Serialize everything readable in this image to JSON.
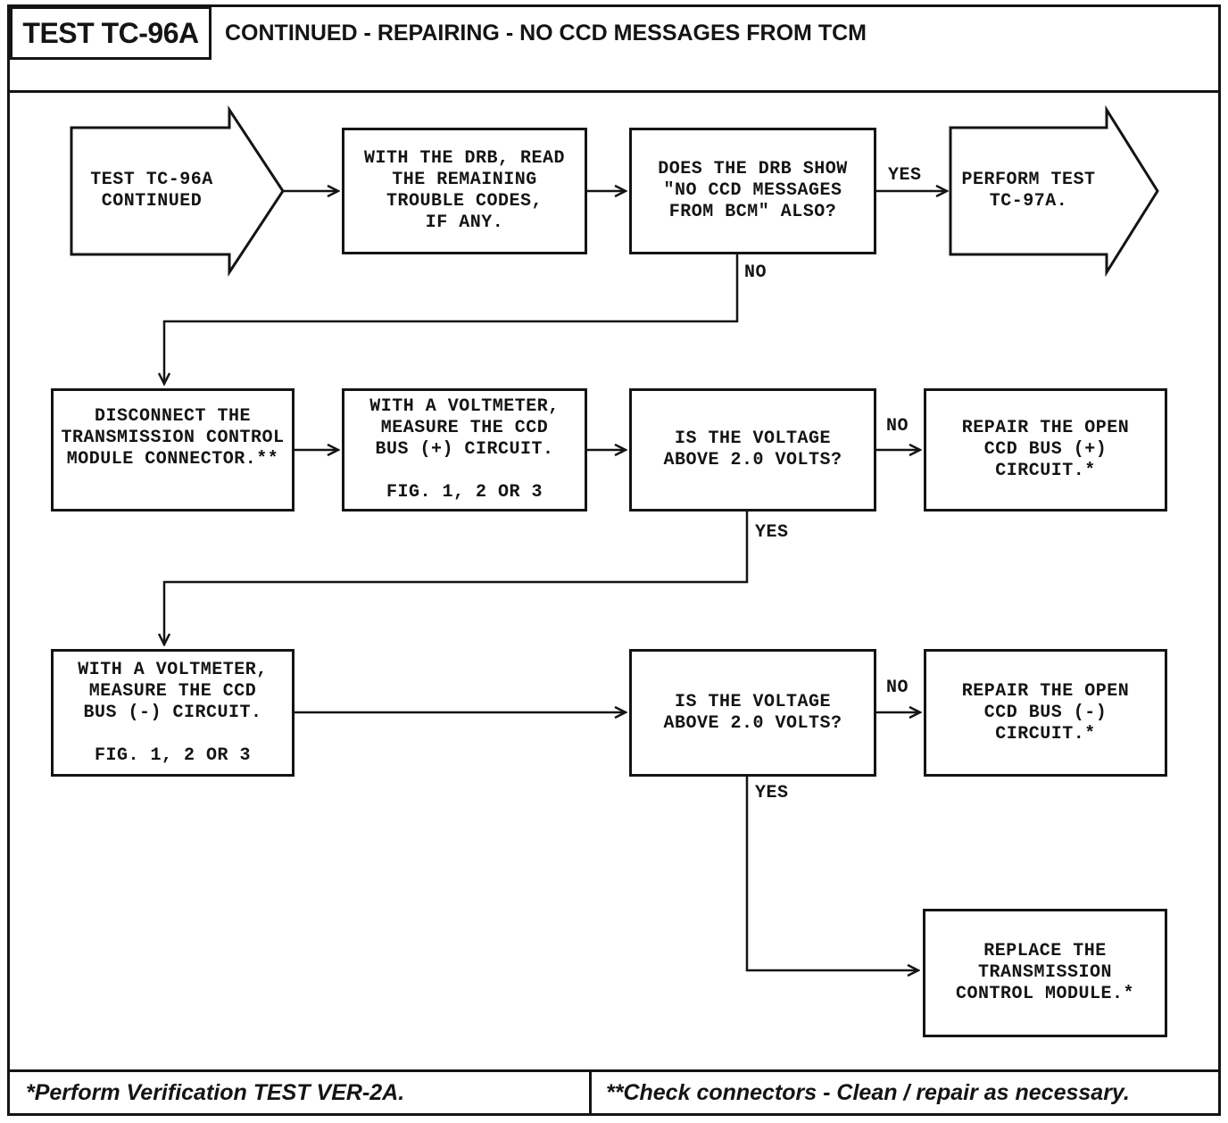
{
  "header": {
    "test_id": "TEST TC-96A",
    "title": "CONTINUED - REPAIRING - NO CCD MESSAGES FROM TCM"
  },
  "nodes": {
    "start": "TEST TC-96A\nCONTINUED",
    "read_codes": "WITH THE DRB, READ\nTHE REMAINING\nTROUBLE CODES,\nIF ANY.",
    "drb_check": "DOES THE DRB SHOW\n\"NO CCD MESSAGES\nFROM BCM\" ALSO?",
    "perform_tc97a": "PERFORM TEST\nTC-97A.",
    "disconnect_tcm": "DISCONNECT THE\nTRANSMISSION CONTROL\nMODULE CONNECTOR.**",
    "measure_bus_plus": "WITH A VOLTMETER,\nMEASURE THE CCD\nBUS (+) CIRCUIT.\n\nFIG. 1, 2 OR 3",
    "voltage_check_plus": "IS THE VOLTAGE\nABOVE 2.0 VOLTS?",
    "repair_bus_plus": "REPAIR THE OPEN\nCCD BUS (+)\nCIRCUIT.*",
    "measure_bus_minus": "WITH A VOLTMETER,\nMEASURE THE CCD\nBUS (-) CIRCUIT.\n\nFIG. 1, 2 OR 3",
    "voltage_check_minus": "IS THE VOLTAGE\nABOVE 2.0 VOLTS?",
    "repair_bus_minus": "REPAIR THE OPEN\nCCD BUS (-)\nCIRCUIT.*",
    "replace_tcm": "REPLACE THE\nTRANSMISSION\nCONTROL MODULE.*"
  },
  "edge_labels": {
    "yes_to_tc97a": "YES",
    "no_to_disconnect": "NO",
    "no_to_repair_plus": "NO",
    "yes_to_measure_minus": "YES",
    "no_to_repair_minus": "NO",
    "yes_to_replace": "YES"
  },
  "footer": {
    "note_left": "*Perform Verification TEST VER-2A.",
    "note_right": "**Check connectors - Clean / repair as necessary."
  },
  "colors": {
    "ink": "#141414",
    "paper": "#ffffff"
  }
}
